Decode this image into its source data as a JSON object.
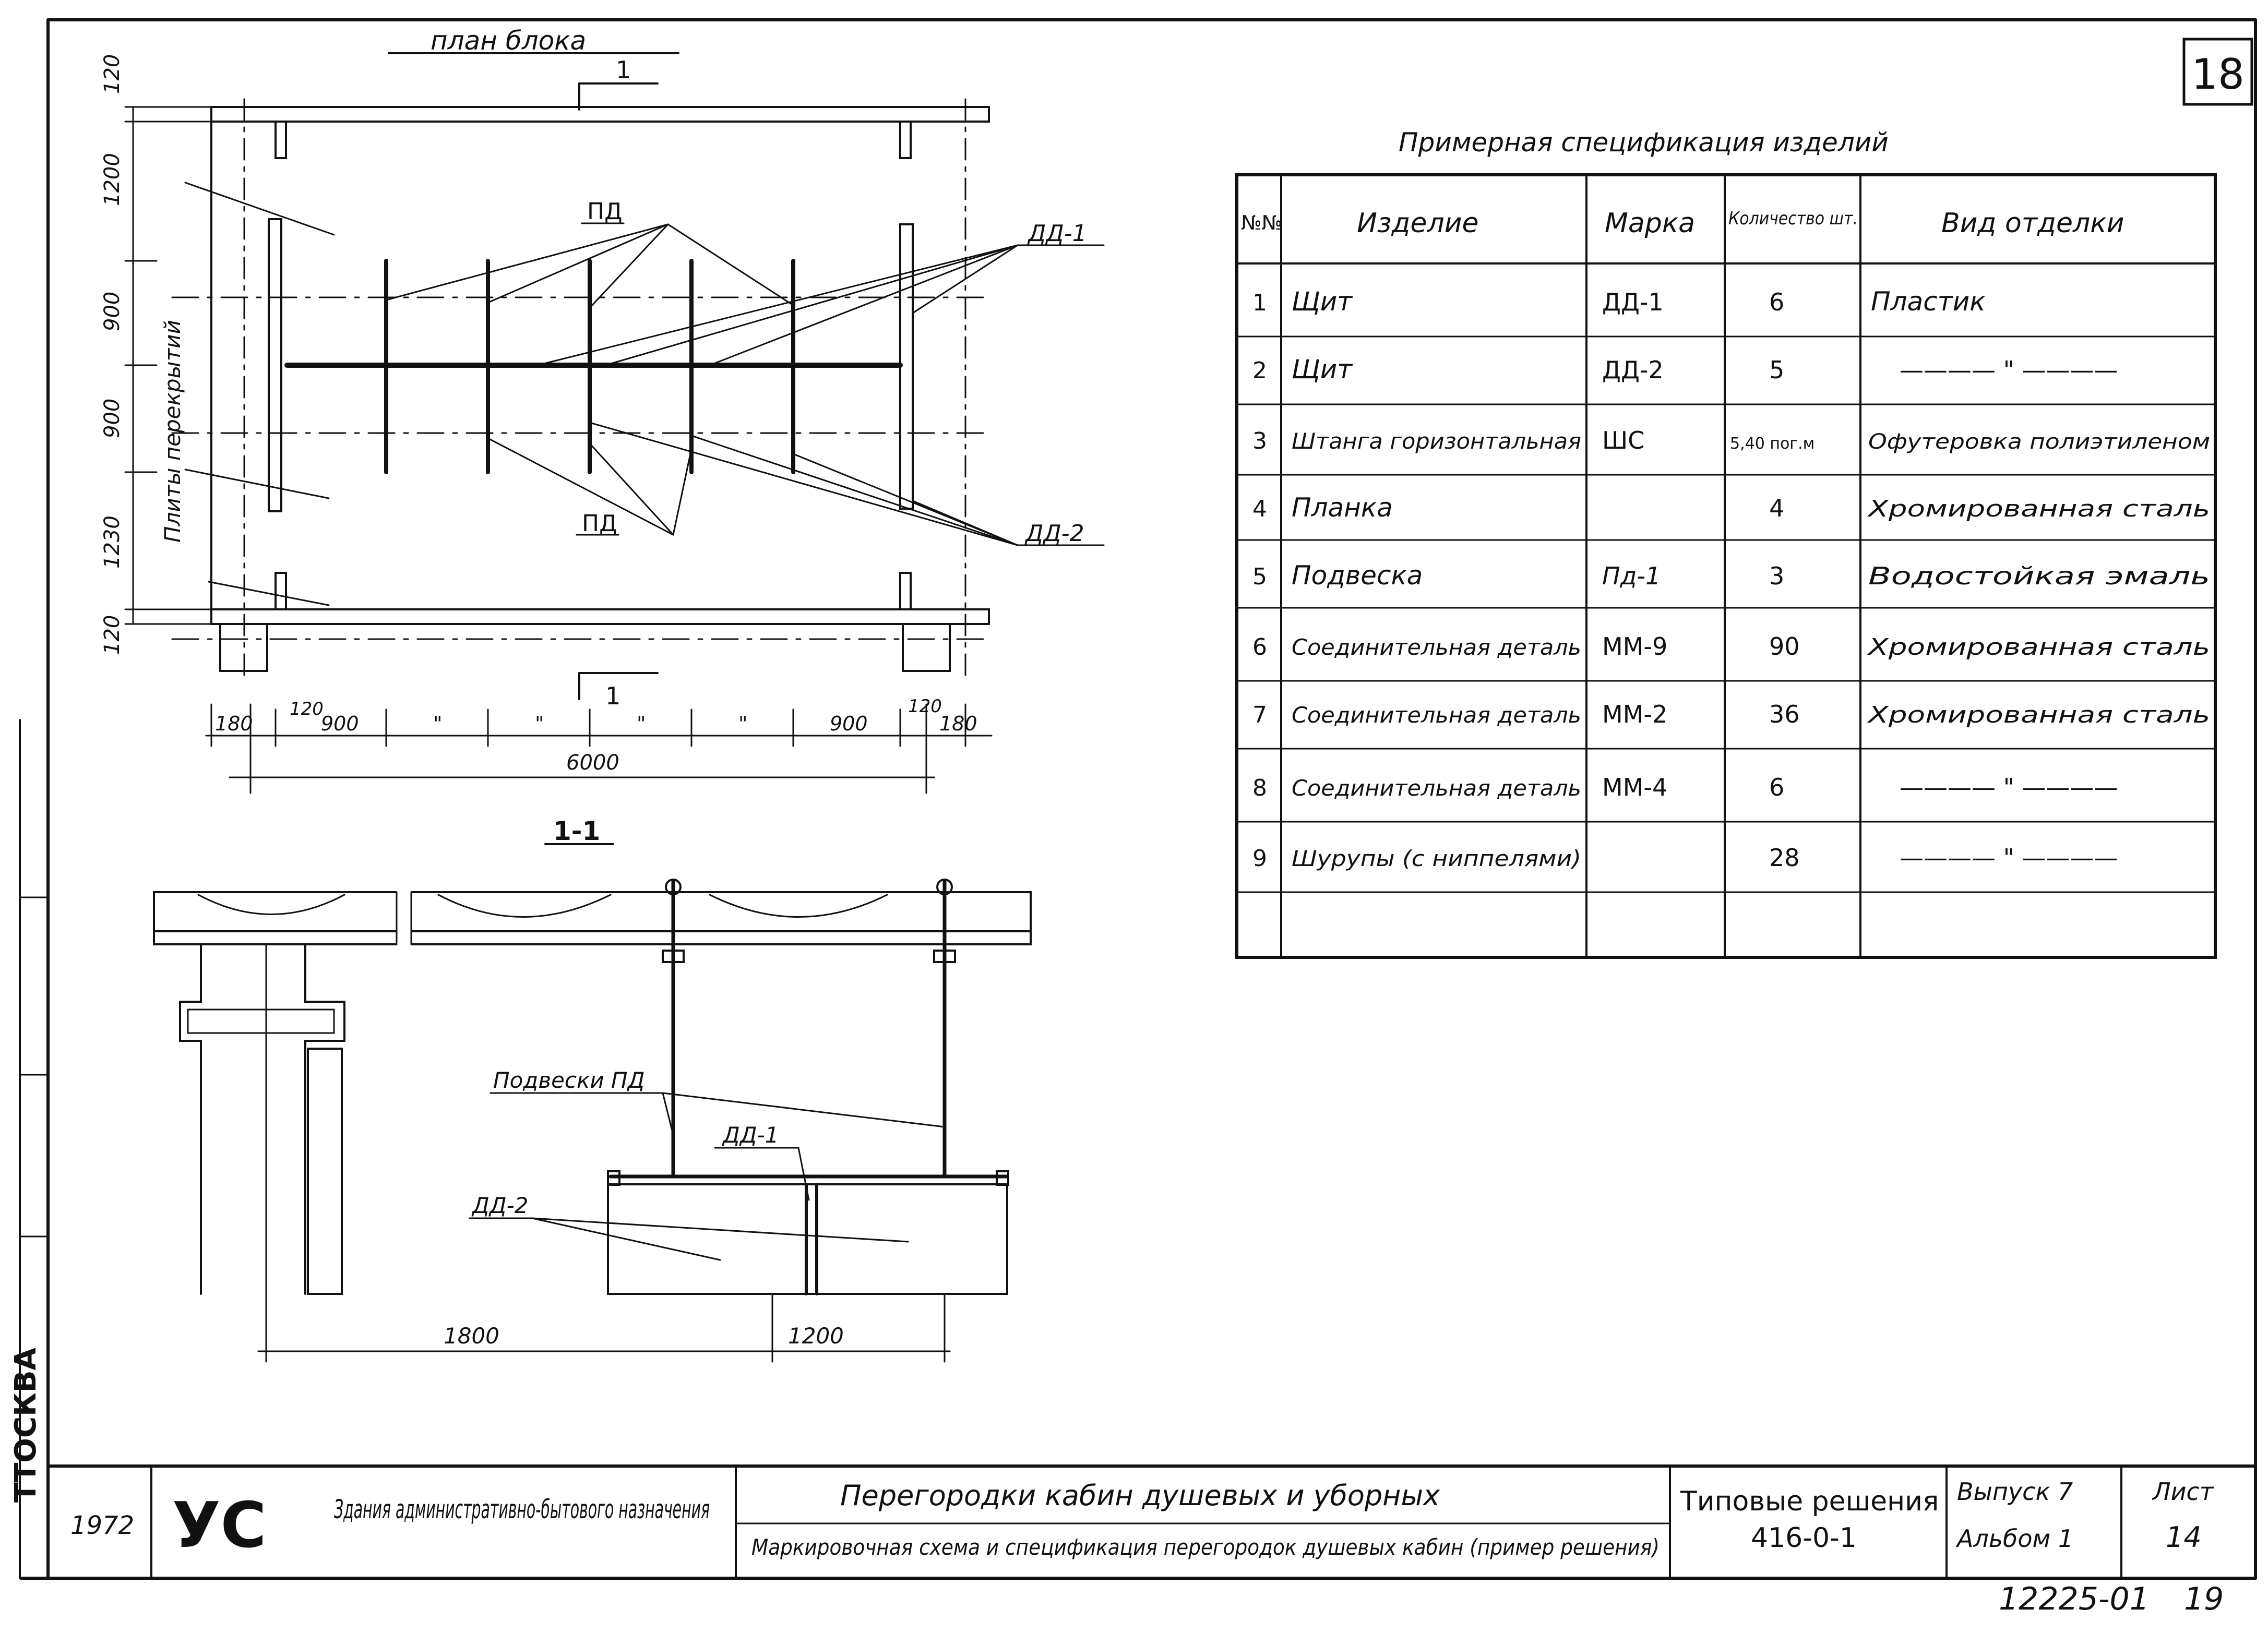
{
  "sheet": {
    "number": "18",
    "bottom_code": "12225-01",
    "bottom_page": "19",
    "left_stamp": "ТТОСКВА"
  },
  "plan": {
    "title": "план блока",
    "section_mark": "1",
    "dims_left": [
      "120",
      "1200",
      "900",
      "900",
      "1230",
      "120"
    ],
    "dims_bottom": [
      "180",
      "120",
      "900",
      "\"",
      "\"",
      "\"",
      "\"",
      "900",
      "120",
      "180"
    ],
    "total_width": "6000",
    "slab_label": "Плиты перекрытий",
    "labels": {
      "pd_top": "ПД",
      "pd_bottom": "ПД",
      "dd1": "ДД-1",
      "dd2": "ДД-2"
    }
  },
  "section": {
    "title": "1-1",
    "labels": {
      "podvesky": "Подвески ПД",
      "dd1": "ДД-1",
      "dd2": "ДД-2"
    },
    "dims": [
      "1800",
      "1200"
    ]
  },
  "spec": {
    "title": "Примерная спецификация изделий",
    "headers": [
      "№№",
      "Изделие",
      "Марка",
      "Количество шт.",
      "Вид отделки"
    ],
    "rows": [
      {
        "n": "1",
        "item": "Щит",
        "mark": "ДД-1",
        "qty": "6",
        "finish": "Пластик"
      },
      {
        "n": "2",
        "item": "Щит",
        "mark": "ДД-2",
        "qty": "5",
        "finish": "———— \" ————"
      },
      {
        "n": "3",
        "item": "Штанга горизонтальная",
        "mark": "ШС",
        "qty": "5,40 пог.м",
        "finish": "Офутеровка полиэтиленом"
      },
      {
        "n": "4",
        "item": "Планка",
        "mark": "",
        "qty": "4",
        "finish": "Хромированная сталь"
      },
      {
        "n": "5",
        "item": "Подвеска",
        "mark": "Пд-1",
        "qty": "3",
        "finish": "Водостойкая эмаль"
      },
      {
        "n": "6",
        "item": "Соединительная деталь",
        "mark": "ММ-9",
        "qty": "90",
        "finish": "Хромированная сталь"
      },
      {
        "n": "7",
        "item": "Соединительная деталь",
        "mark": "ММ-2",
        "qty": "36",
        "finish": "Хромированная сталь"
      },
      {
        "n": "8",
        "item": "Соединительная деталь",
        "mark": "ММ-4",
        "qty": "6",
        "finish": "———— \" ————"
      },
      {
        "n": "9",
        "item": "Шурупы (с ниппелями)",
        "mark": "",
        "qty": "28",
        "finish": "———— \" ————"
      }
    ]
  },
  "title_block": {
    "year": "1972",
    "logo": "УС",
    "org": "Здания административно-бытового назначения",
    "title": "Перегородки кабин душевых и уборных",
    "subtitle": "Маркировочная схема и спецификация перегородок душевых кабин (пример решения)",
    "series_label": "Типовые решения",
    "series": "416-0-1",
    "issue_label": "Выпуск 7",
    "album": "Альбом 1",
    "sheet_label": "Лист",
    "sheet_no": "14"
  }
}
